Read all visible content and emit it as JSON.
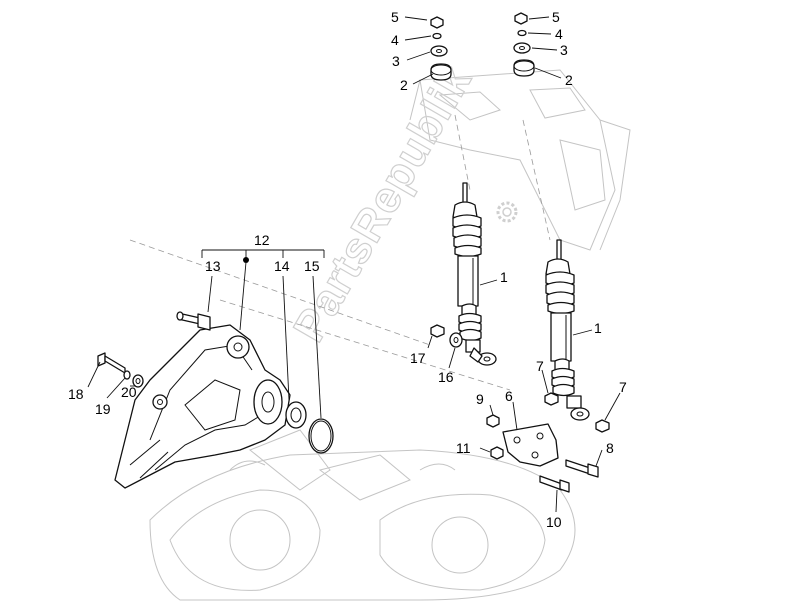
{
  "watermark": "PartsRepublik",
  "callouts": {
    "c1a": "1",
    "c1b": "1",
    "c2a": "2",
    "c2b": "2",
    "c3a": "3",
    "c3b": "3",
    "c4a": "4",
    "c4b": "4",
    "c5a": "5",
    "c5b": "5",
    "c6": "6",
    "c7a": "7",
    "c7b": "7",
    "c8": "8",
    "c9": "9",
    "c10": "10",
    "c11": "11",
    "c12": "12",
    "c13": "13",
    "c14": "14",
    "c15": "15",
    "c16": "16",
    "c17": "17",
    "c18": "18",
    "c19": "19",
    "c20": "20"
  }
}
